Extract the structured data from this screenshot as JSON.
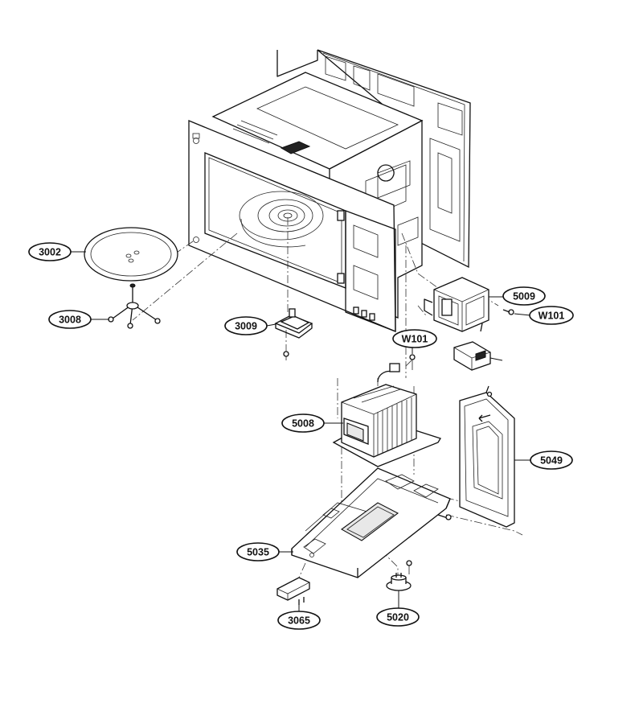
{
  "labels": {
    "3002": "3002",
    "3008": "3008",
    "3009": "3009",
    "5009": "5009",
    "w101_a": "W101",
    "w101_b": "W101",
    "5008": "5008",
    "5049": "5049",
    "5035": "5035",
    "3065": "3065",
    "5020": "5020"
  }
}
